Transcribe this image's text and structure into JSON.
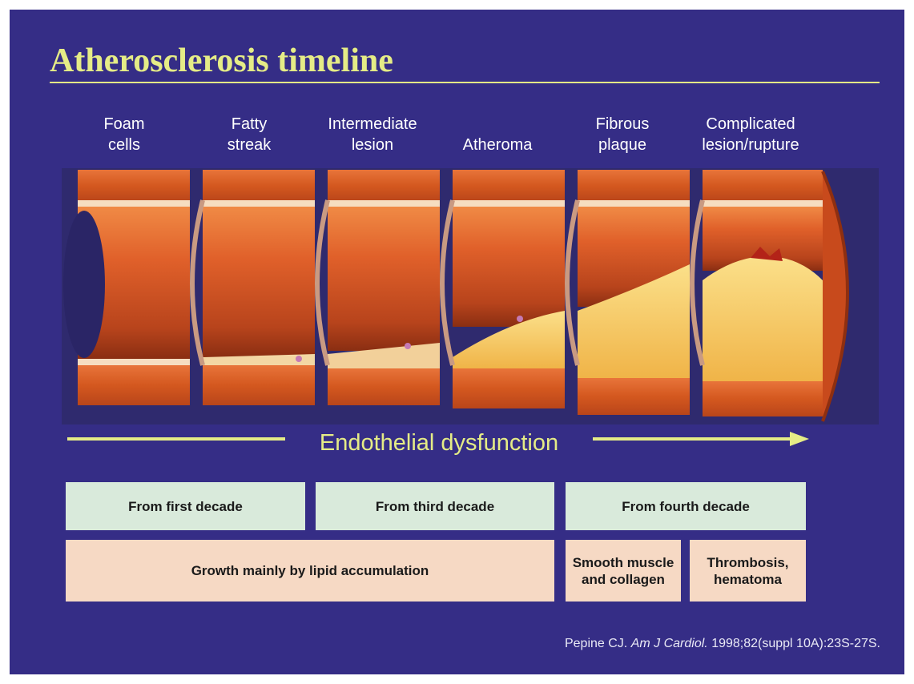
{
  "title": "Atherosclerosis timeline",
  "stages": [
    "Foam\ncells",
    "Fatty\nstreak",
    "Intermediate\nlesion",
    "Atheroma",
    "Fibrous\nplaque",
    "Complicated\nlesion/rupture"
  ],
  "arrow_label": "Endothelial dysfunction",
  "decades": [
    "From first decade",
    "From third decade",
    "From fourth decade"
  ],
  "growth": [
    "Growth mainly by lipid accumulation",
    "Smooth muscle\nand collagen",
    "Thrombosis,\nhematoma"
  ],
  "citation": {
    "author": "Pepine CJ.",
    "journal": "Am J Cardiol.",
    "details": "1998;82(suppl 10A):23S-27S."
  },
  "colors": {
    "background": "#352d86",
    "title": "#e5ec86",
    "decade_box": "#d9eadb",
    "growth_box": "#f6d9c4",
    "artery_wall": "#e2652a",
    "lumen": "#d85a22",
    "plaque": "#f4c35a"
  }
}
